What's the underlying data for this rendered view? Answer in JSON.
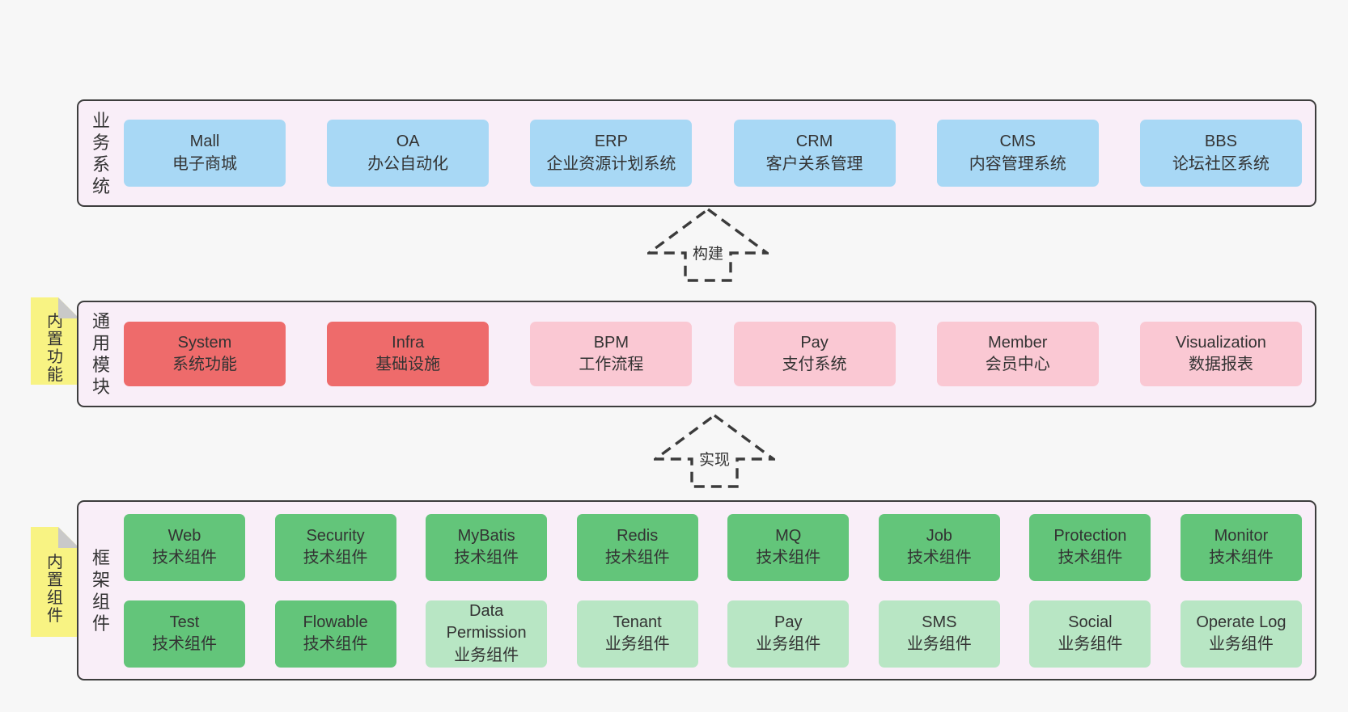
{
  "colors": {
    "page_bg": "#f7f7f7",
    "layer_bg": "#f9eef8",
    "layer_border": "#3d3d3d",
    "blue": "#a8d8f5",
    "red": "#ee6b6b",
    "pink": "#fac8d3",
    "green": "#63c57a",
    "lightgreen": "#b8e6c4",
    "note_yellow": "#f8f383",
    "note_fold": "#c9c9c9",
    "arrow_stroke": "#3b3b3b",
    "text": "#333333"
  },
  "arrows": [
    {
      "label": "构建"
    },
    {
      "label": "实现"
    }
  ],
  "notes": [
    {
      "label": "内置功能"
    },
    {
      "label": "内置组件"
    }
  ],
  "layers": [
    {
      "id": "business-systems",
      "label": "业务系统",
      "rows": [
        [
          {
            "name": "Mall",
            "subtitle": "电子商城",
            "variant": "blue"
          },
          {
            "name": "OA",
            "subtitle": "办公自动化",
            "variant": "blue"
          },
          {
            "name": "ERP",
            "subtitle": "企业资源计划系统",
            "variant": "blue"
          },
          {
            "name": "CRM",
            "subtitle": "客户关系管理",
            "variant": "blue"
          },
          {
            "name": "CMS",
            "subtitle": "内容管理系统",
            "variant": "blue"
          },
          {
            "name": "BBS",
            "subtitle": "论坛社区系统",
            "variant": "blue"
          }
        ]
      ]
    },
    {
      "id": "common-modules",
      "label": "通用模块",
      "rows": [
        [
          {
            "name": "System",
            "subtitle": "系统功能",
            "variant": "red"
          },
          {
            "name": "Infra",
            "subtitle": "基础设施",
            "variant": "red"
          },
          {
            "name": "BPM",
            "subtitle": "工作流程",
            "variant": "pink"
          },
          {
            "name": "Pay",
            "subtitle": "支付系统",
            "variant": "pink"
          },
          {
            "name": "Member",
            "subtitle": "会员中心",
            "variant": "pink"
          },
          {
            "name": "Visualization",
            "subtitle": "数据报表",
            "variant": "pink"
          }
        ]
      ]
    },
    {
      "id": "framework-components",
      "label": "框架组件",
      "rows": [
        [
          {
            "name": "Web",
            "subtitle": "技术组件",
            "variant": "green"
          },
          {
            "name": "Security",
            "subtitle": "技术组件",
            "variant": "green"
          },
          {
            "name": "MyBatis",
            "subtitle": "技术组件",
            "variant": "green"
          },
          {
            "name": "Redis",
            "subtitle": "技术组件",
            "variant": "green"
          },
          {
            "name": "MQ",
            "subtitle": "技术组件",
            "variant": "green"
          },
          {
            "name": "Job",
            "subtitle": "技术组件",
            "variant": "green"
          },
          {
            "name": "Protection",
            "subtitle": "技术组件",
            "variant": "green"
          },
          {
            "name": "Monitor",
            "subtitle": "技术组件",
            "variant": "green"
          }
        ],
        [
          {
            "name": "Test",
            "subtitle": "技术组件",
            "variant": "green"
          },
          {
            "name": "Flowable",
            "subtitle": "技术组件",
            "variant": "green"
          },
          {
            "name": "Data Permission",
            "subtitle": "业务组件",
            "variant": "lightgreen"
          },
          {
            "name": "Tenant",
            "subtitle": "业务组件",
            "variant": "lightgreen"
          },
          {
            "name": "Pay",
            "subtitle": "业务组件",
            "variant": "lightgreen"
          },
          {
            "name": "SMS",
            "subtitle": "业务组件",
            "variant": "lightgreen"
          },
          {
            "name": "Social",
            "subtitle": "业务组件",
            "variant": "lightgreen"
          },
          {
            "name": "Operate Log",
            "subtitle": "业务组件",
            "variant": "lightgreen"
          }
        ]
      ]
    }
  ]
}
